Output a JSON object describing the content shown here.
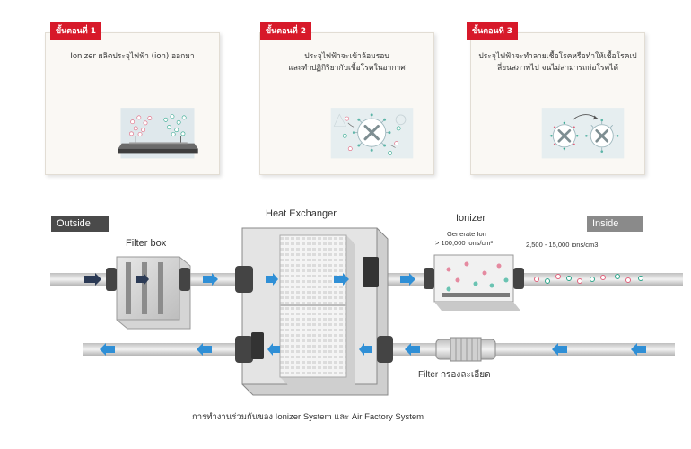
{
  "steps": [
    {
      "badge": "ขั้นตอนที่ 1",
      "text": "Ionizer ผลิตประจุไฟฟ้า (ion) ออกมา"
    },
    {
      "badge": "ขั้นตอนที่ 2",
      "text_line1": "ประจุไฟฟ้าจะเข้าล้อมรอบ",
      "text_line2": "และทำปฏิกิริยากับเชื้อโรคในอากาศ"
    },
    {
      "badge": "ขั้นตอนที่ 3",
      "text_line1": "ประจุไฟฟ้าจะทำลายเชื้อโรคหรือทำให้เชื้อโรคเป",
      "text_line2": "ลี่ยนสภาพไป จนไม่สามารถก่อโรคได้"
    }
  ],
  "diagram": {
    "outside_label": "Outside",
    "inside_label": "Inside",
    "filter_box_label": "Filter box",
    "heat_exchanger_label": "Heat Exchanger",
    "ionizer_label": "Ionizer",
    "generate_ion_line1": "Generate Ion",
    "generate_ion_line2": "> 100,000 ions/cm³",
    "ion_density": "2,500 - 15,000 ions/cm3",
    "fine_filter_label": "Filter กรองละเอียด",
    "caption": "การทำงานร่วมกันของ Ionizer System และ Air Factory System"
  },
  "colors": {
    "badge_red": "#d7192a",
    "outside_box": "#4a4a4a",
    "inside_box": "#8a8a8a",
    "arrow_blue": "#2f8fd6",
    "arrow_dark": "#2b3a55",
    "ion_pink": "#e0607a",
    "ion_green": "#2aa58a"
  }
}
